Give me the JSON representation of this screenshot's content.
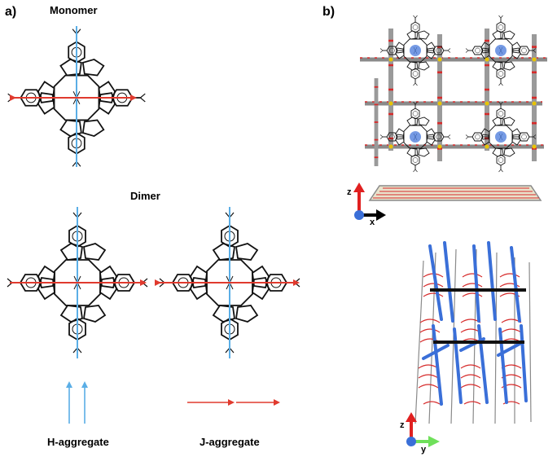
{
  "panel_a": {
    "label": "a)",
    "monomer_title": "Monomer",
    "dimer_title": "Dimer",
    "h_aggregate_label": "H-aggregate",
    "j_aggregate_label": "J-aggregate"
  },
  "panel_b": {
    "label": "b)",
    "axes_top": {
      "vertical": "z",
      "horizontal": "x"
    },
    "axes_bottom": {
      "vertical": "z",
      "horizontal": "y"
    }
  },
  "colors": {
    "h_transition": "#5aaee6",
    "j_transition": "#e03a2e",
    "framework_gray": "#8a8a8a",
    "oxygen_red": "#d62a2a",
    "nitrogen_blue": "#3a6fd8",
    "metal_yellow": "#e8c400",
    "axis_z": "#e02020",
    "axis_x": "#000000",
    "axis_y": "#6fe05a"
  }
}
